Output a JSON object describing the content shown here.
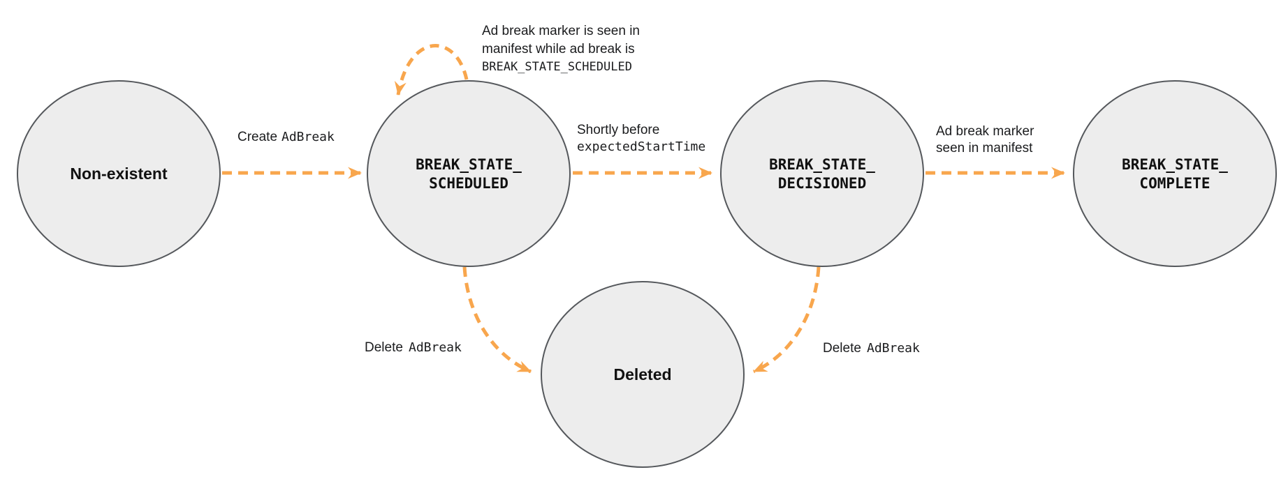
{
  "diagram": {
    "colors": {
      "arrow_orange": "#F8A64D",
      "node_fill": "#EDEDED",
      "node_stroke": "#55585C",
      "text_dark": "#1B1C1E"
    },
    "nodes": {
      "non_existent": {
        "label": "Non-existent"
      },
      "scheduled": {
        "line1": "BREAK_STATE_",
        "line2": "SCHEDULED"
      },
      "decisioned": {
        "line1": "BREAK_STATE_",
        "line2": "DECISIONED"
      },
      "complete": {
        "line1": "BREAK_STATE_",
        "line2": "COMPLETE"
      },
      "deleted": {
        "label": "Deleted"
      }
    },
    "edges": {
      "create": {
        "plain": "Create",
        "code": "AdBreak"
      },
      "self_loop": {
        "line1": "Ad break marker is seen in",
        "line2": "manifest while ad break is",
        "line3": "BREAK_STATE_SCHEDULED"
      },
      "to_decisioned": {
        "line1": "Shortly before",
        "line2": "expectedStartTime"
      },
      "to_complete": {
        "line1": "Ad break marker",
        "line2": "seen in manifest"
      },
      "delete_from_scheduled": {
        "plain": "Delete",
        "code": "AdBreak"
      },
      "delete_from_decisioned": {
        "plain": "Delete",
        "code": "AdBreak"
      }
    }
  }
}
